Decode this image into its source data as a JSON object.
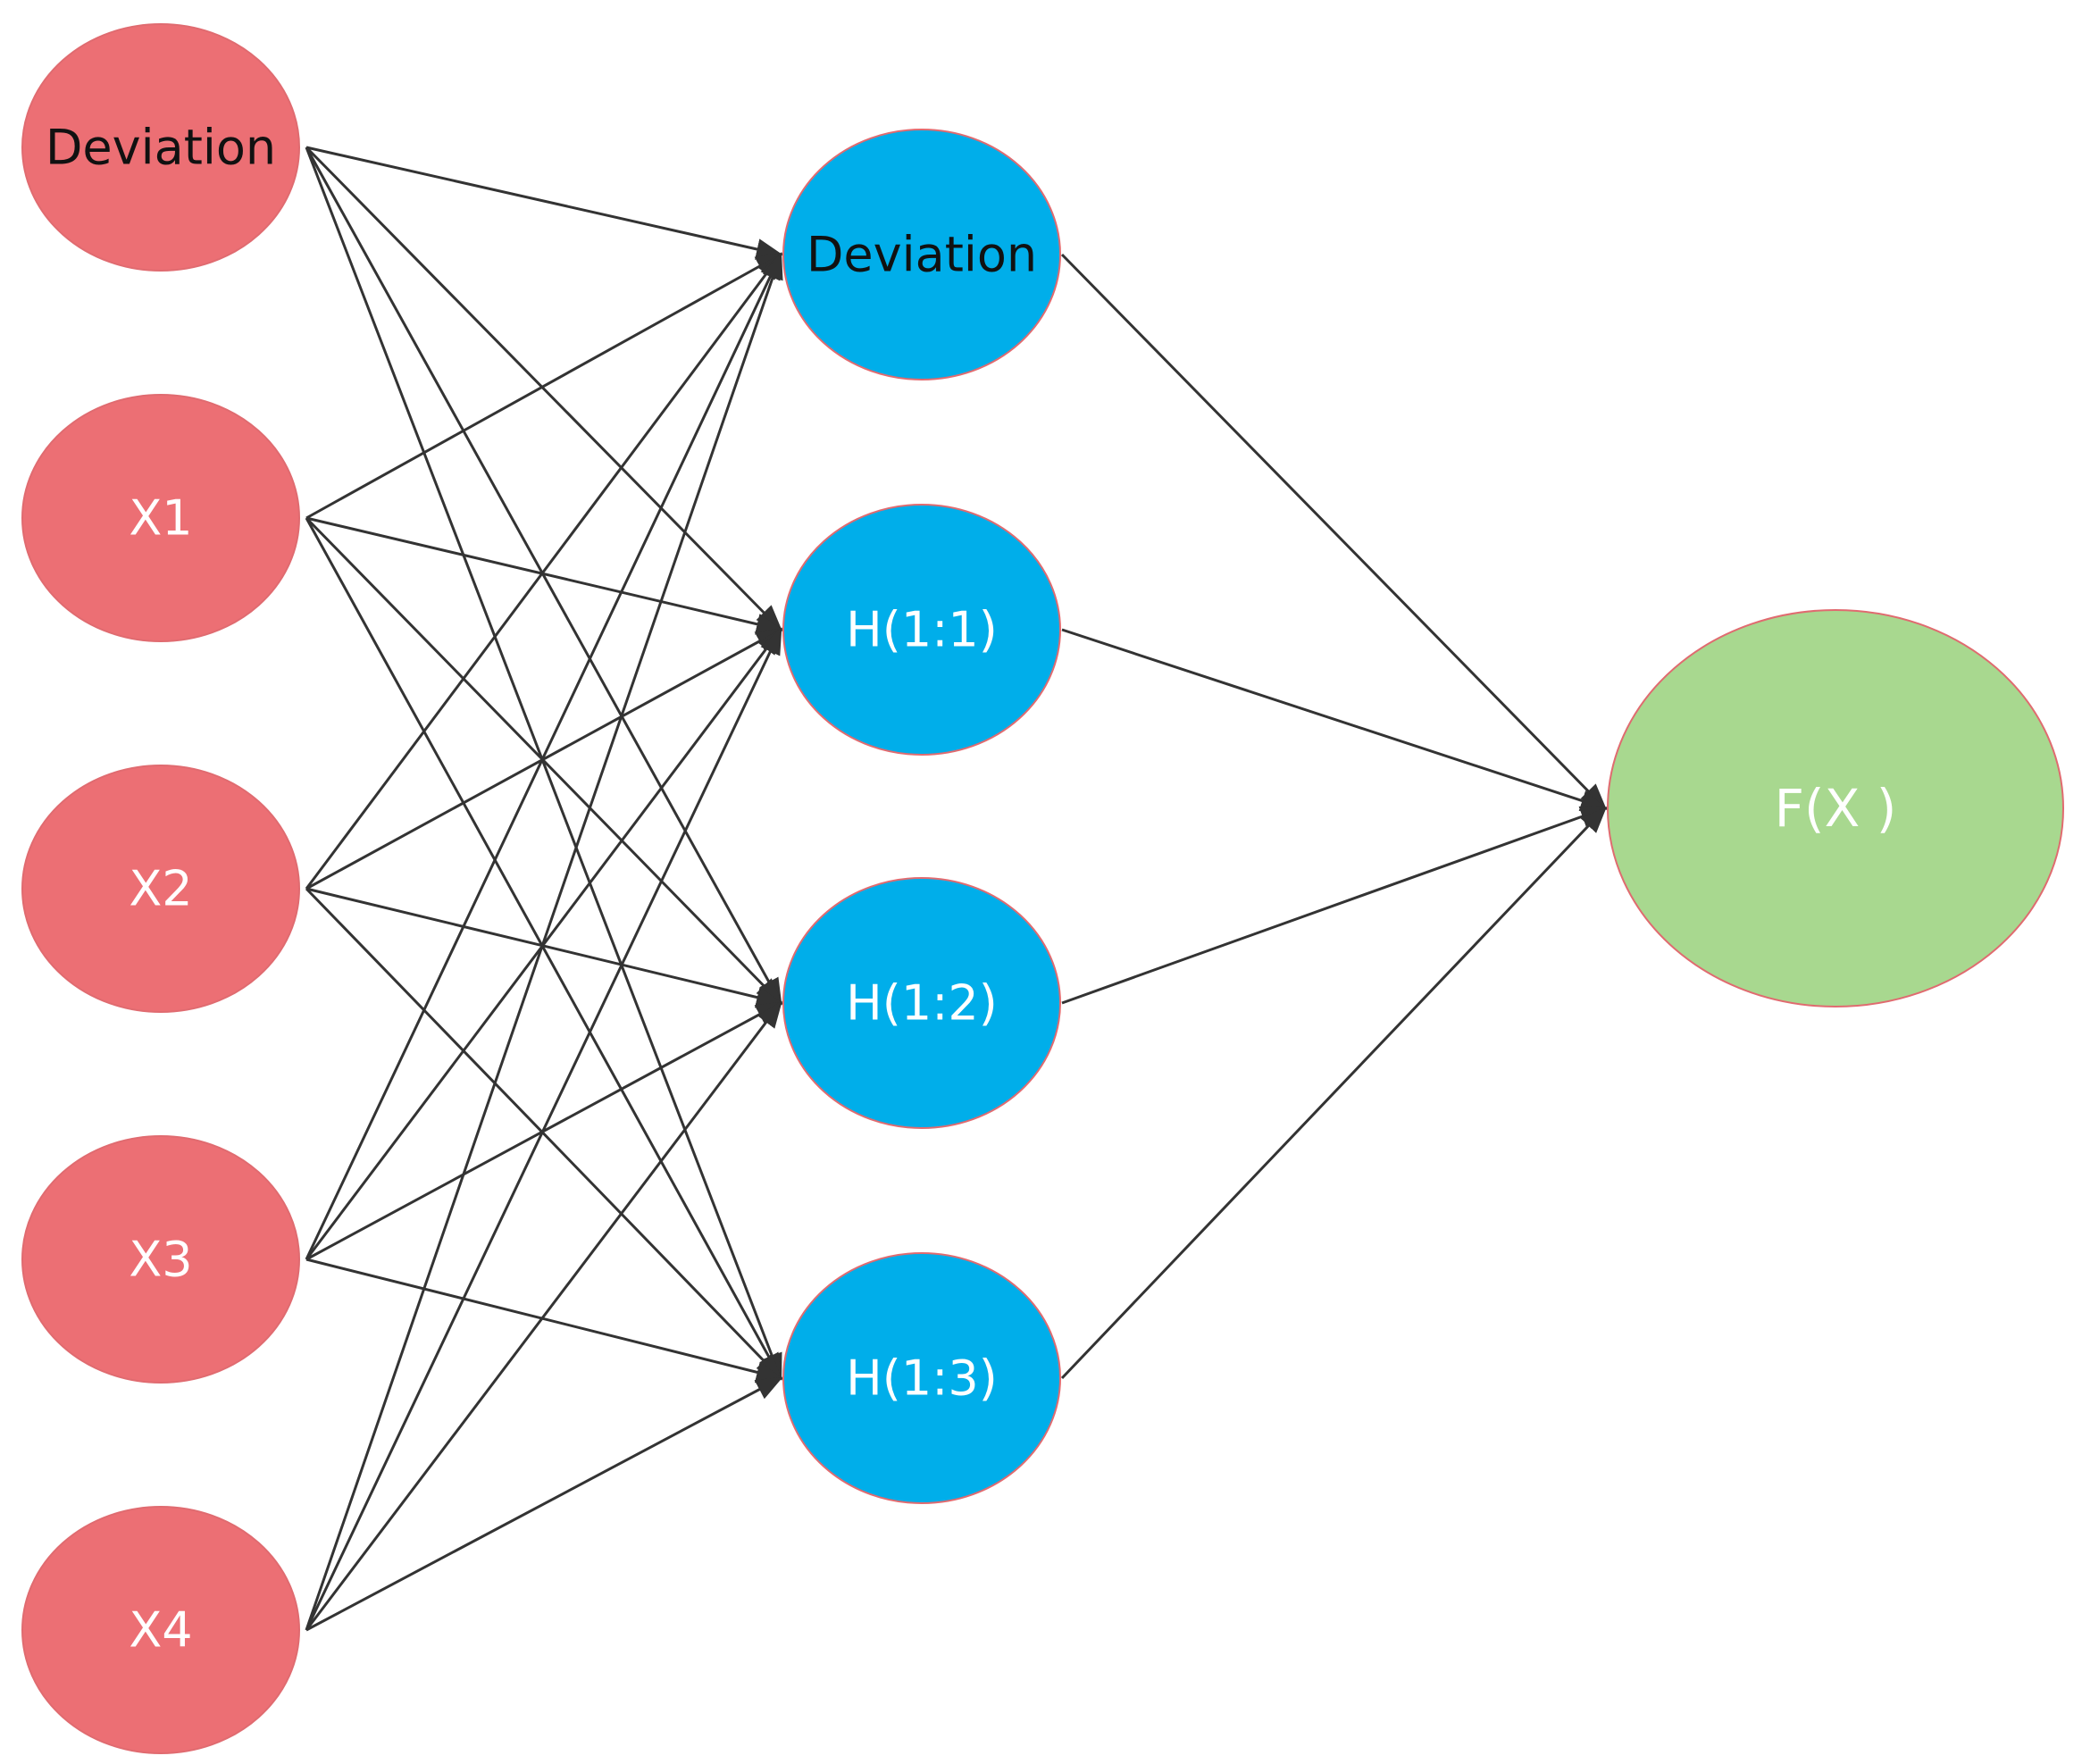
{
  "diagram": {
    "type": "neural-network",
    "input_layer": [
      {
        "id": "in-deviation",
        "label": "Deviation",
        "label_color": "#111111"
      },
      {
        "id": "in-x1",
        "label": "X1",
        "label_color": "#ffffff"
      },
      {
        "id": "in-x2",
        "label": "X2",
        "label_color": "#ffffff"
      },
      {
        "id": "in-x3",
        "label": "X3",
        "label_color": "#ffffff"
      },
      {
        "id": "in-x4",
        "label": "X4",
        "label_color": "#ffffff"
      }
    ],
    "hidden_layer": [
      {
        "id": "hid-deviation",
        "label": "Deviation",
        "label_color": "#111111"
      },
      {
        "id": "hid-h11",
        "label": "H(1:1)",
        "label_color": "#ffffff"
      },
      {
        "id": "hid-h12",
        "label": "H(1:2)",
        "label_color": "#ffffff"
      },
      {
        "id": "hid-h13",
        "label": "H(1:3)",
        "label_color": "#ffffff"
      }
    ],
    "output_layer": [
      {
        "id": "out-fx",
        "label": "F(X )",
        "label_color": "#ffffff"
      }
    ],
    "connections": "fully-connected input→hidden, hidden→output",
    "colors": {
      "input_fill": "#ec6f74",
      "hidden_fill": "#00aeea",
      "output_fill": "#a8d88f",
      "node_stroke": "#e06b70",
      "edge": "#333333",
      "background": "#ffffff"
    }
  }
}
